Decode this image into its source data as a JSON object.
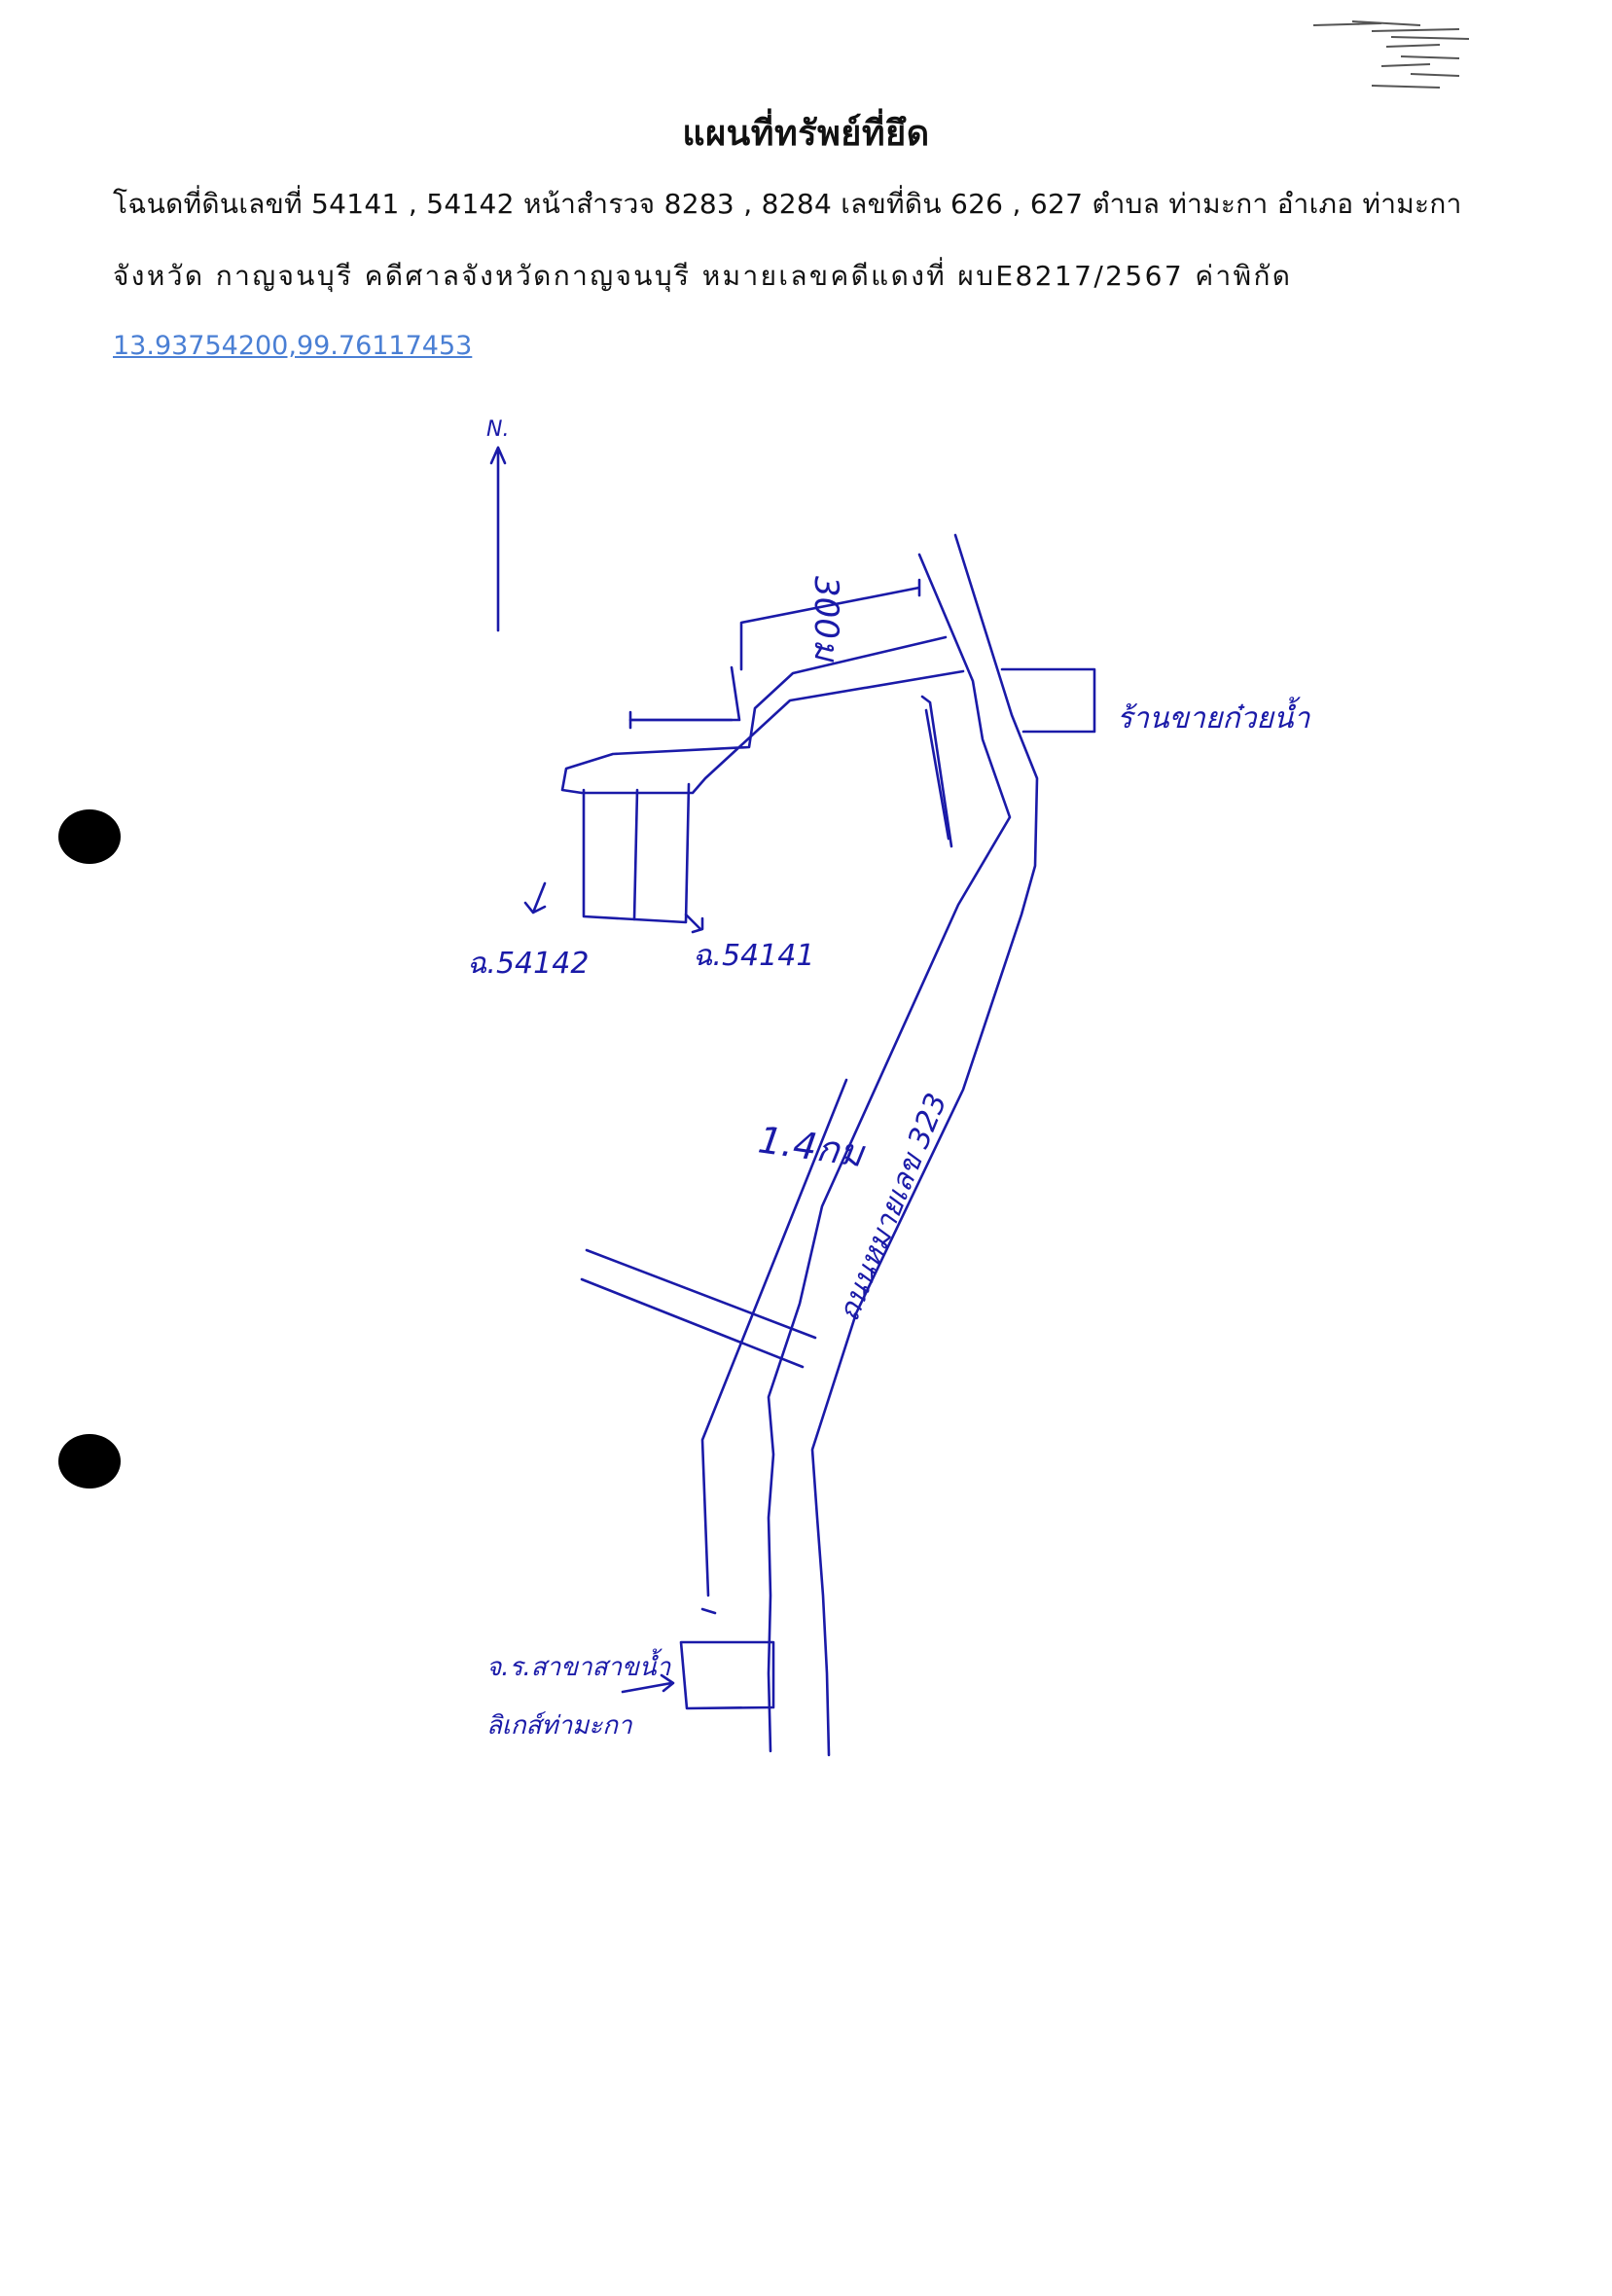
{
  "document": {
    "title": "แผนที่ทรัพย์ที่ยึด",
    "line1": "โฉนดที่ดินเลขที่  54141 , 54142  หน้าสำรวจ 8283 , 8284  เลขที่ดิน 626 , 627  ตำบล ท่ามะกา  อำเภอ ท่ามะกา",
    "line2": "จังหวัด กาญจนบุรี  คดีศาลจังหวัดกาญจนบุรี  หมายเลขคดีแดงที่ ผบE8217/2567 ค่าพิกัด",
    "coordinates_link": "13.93754200,99.76117453"
  },
  "map_labels": {
    "north": "N.",
    "distance_short": "300ม",
    "shop": "ร้านขายก๋วยน้ำ",
    "parcel_left": "ฉ.54142",
    "parcel_right": "ฉ.54141",
    "distance_long": "1.4กม",
    "road_name": "ถนนหมายเลข 323",
    "landmark_line1": "จ.ร.สาขาสาขน้ำ",
    "landmark_line2": "ลิเกส์ท่ามะกา"
  },
  "colors": {
    "ink": "#1a1aa8",
    "link": "#4a7fd4"
  }
}
